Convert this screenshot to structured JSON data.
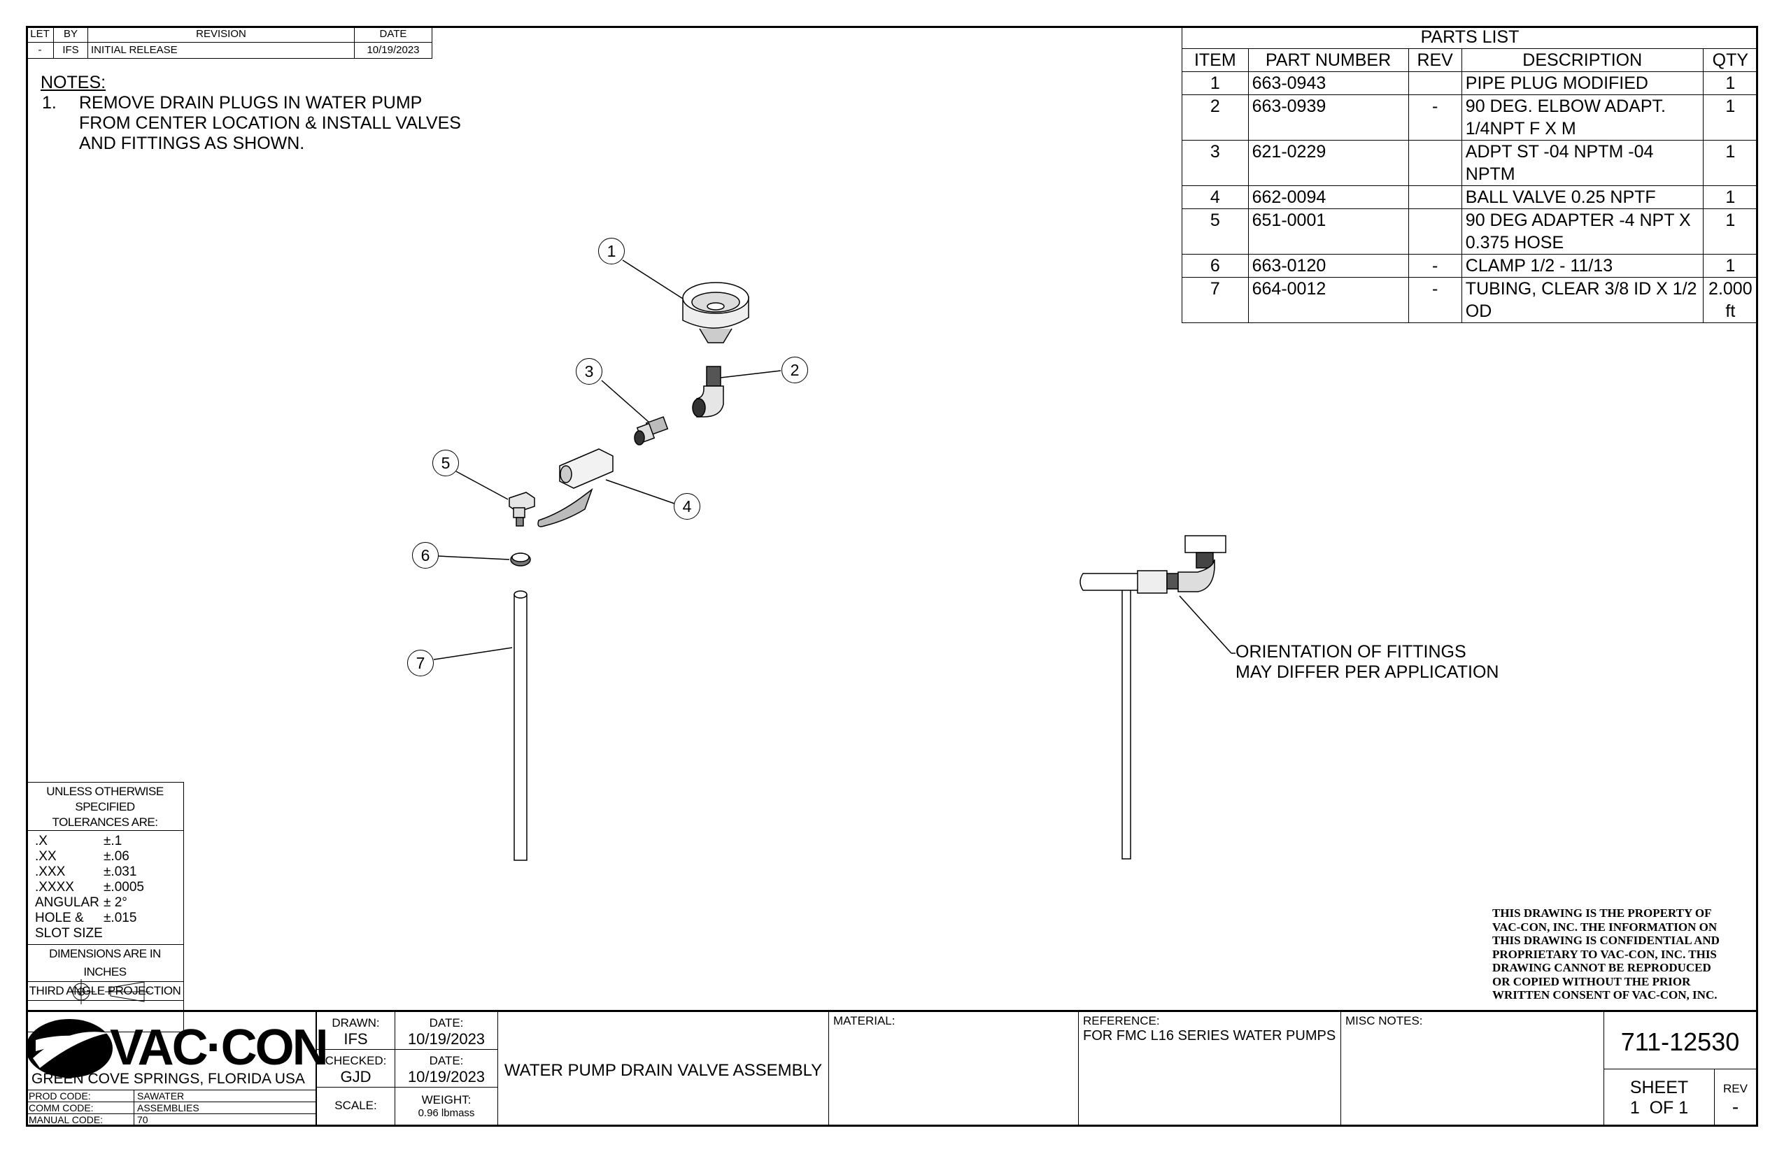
{
  "revision_block": {
    "headers": [
      "LET",
      "BY",
      "REVISION",
      "DATE"
    ],
    "rows": [
      [
        "-",
        "IFS",
        "INITIAL RELEASE",
        "10/19/2023"
      ]
    ]
  },
  "notes": {
    "title": "NOTES:",
    "items": [
      {
        "num": "1.",
        "text": "REMOVE DRAIN PLUGS IN WATER PUMP FROM CENTER LOCATION & INSTALL VALVES AND FITTINGS AS SHOWN."
      }
    ]
  },
  "parts_list": {
    "title": "PARTS LIST",
    "headers": [
      "ITEM",
      "PART NUMBER",
      "REV",
      "DESCRIPTION",
      "QTY"
    ],
    "rows": [
      {
        "item": "1",
        "part": "663-0943",
        "rev": "",
        "desc": "PIPE PLUG MODIFIED",
        "qty": "1"
      },
      {
        "item": "2",
        "part": "663-0939",
        "rev": "-",
        "desc": "90 DEG. ELBOW ADAPT. 1/4NPT F X M",
        "qty": "1"
      },
      {
        "item": "3",
        "part": "621-0229",
        "rev": "",
        "desc": "ADPT ST -04 NPTM -04 NPTM",
        "qty": "1"
      },
      {
        "item": "4",
        "part": "662-0094",
        "rev": "",
        "desc": "BALL VALVE 0.25 NPTF",
        "qty": "1"
      },
      {
        "item": "5",
        "part": "651-0001",
        "rev": "",
        "desc": "90 DEG ADAPTER -4 NPT X 0.375 HOSE",
        "qty": "1"
      },
      {
        "item": "6",
        "part": "663-0120",
        "rev": "-",
        "desc": "CLAMP 1/2 - 11/13",
        "qty": "1"
      },
      {
        "item": "7",
        "part": "664-0012",
        "rev": "-",
        "desc": "TUBING, CLEAR 3/8 ID X 1/2 OD",
        "qty": "2.000 ft"
      }
    ]
  },
  "callouts": [
    "1",
    "2",
    "3",
    "4",
    "5",
    "6",
    "7"
  ],
  "orientation_note": {
    "line1": "ORIENTATION OF FITTINGS",
    "line2": "MAY DIFFER PER APPLICATION"
  },
  "tolerances": {
    "header1": "UNLESS OTHERWISE SPECIFIED",
    "header2": "TOLERANCES ARE:",
    "rows": [
      {
        "k": ".X",
        "v": "±.1"
      },
      {
        "k": ".XX",
        "v": "±.06"
      },
      {
        "k": ".XXX",
        "v": "±.031"
      },
      {
        "k": ".XXXX",
        "v": "±.0005"
      },
      {
        "k": "ANGULAR",
        "v": "± 2°"
      },
      {
        "k": "HOLE &",
        "v": "±.015"
      },
      {
        "k": "SLOT SIZE",
        "v": ""
      }
    ],
    "dimensions": "DIMENSIONS ARE IN INCHES",
    "projection": "THIRD ANGLE PROJECTION"
  },
  "proprietary": [
    "THIS DRAWING IS THE PROPERTY OF",
    "VAC-CON, INC.  THE INFORMATION ON",
    "THIS DRAWING IS CONFIDENTIAL AND",
    "PROPRIETARY TO VAC-CON, INC.  THIS",
    "DRAWING CANNOT BE REPRODUCED",
    "OR COPIED WITHOUT THE PRIOR",
    "WRITTEN CONSENT OF VAC-CON, INC."
  ],
  "title_block": {
    "company": "VAC·CON",
    "location": "GREEN COVE SPRINGS, FLORIDA USA",
    "codes": [
      {
        "label": "PROD CODE:",
        "value": "SAWATER"
      },
      {
        "label": "COMM CODE:",
        "value": "ASSEMBLIES"
      },
      {
        "label": "MANUAL CODE:",
        "value": "70"
      }
    ],
    "drawn_label": "DRAWN:",
    "drawn": "IFS",
    "drawn_date_label": "DATE:",
    "drawn_date": "10/19/2023",
    "checked_label": "CHECKED:",
    "checked": "GJD",
    "checked_date_label": "DATE:",
    "checked_date": "10/19/2023",
    "scale_label": "SCALE:",
    "weight_label": "WEIGHT:",
    "weight": "0.96 lbmass",
    "title": "WATER PUMP DRAIN VALVE ASSEMBLY",
    "material_label": "MATERIAL:",
    "reference_label": "REFERENCE:",
    "reference": "FOR FMC L16 SERIES WATER PUMPS",
    "misc_label": "MISC NOTES:",
    "drawing_number": "711-12530",
    "sheet_label": "SHEET",
    "sheet": "1  OF 1",
    "rev_label": "REV",
    "rev": "-"
  }
}
